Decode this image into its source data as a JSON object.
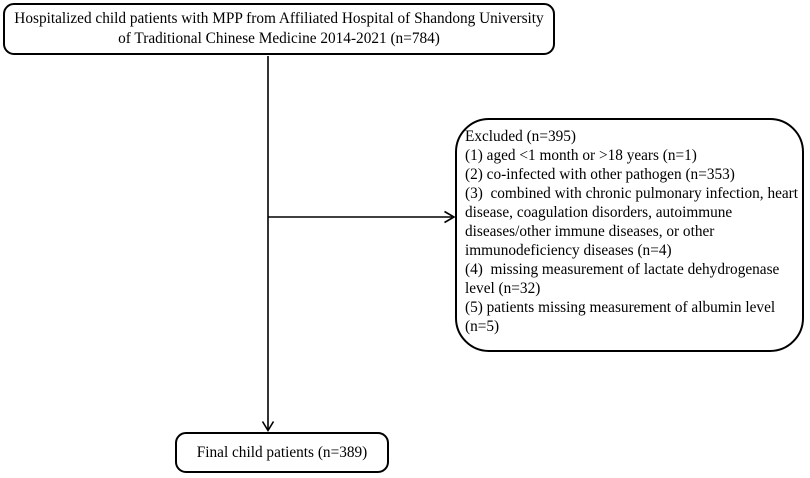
{
  "flowchart": {
    "top_box": {
      "lines": [
        "Hospitalized child patients with MPP from Affiliated Hospital of Shandong University",
        "of Traditional Chinese Medicine 2014-2021 (n=784)"
      ]
    },
    "excluded_box": {
      "lines": [
        "Excluded (n=395)",
        "(1) aged <1 month or >18 years (n=1)",
        "(2) co-infected with other pathogen (n=353)",
        "(3)  combined with chronic pulmonary infection, heart",
        "disease, coagulation disorders, autoimmune",
        "diseases/other immune diseases, or other",
        "immunodeficiency diseases (n=4)",
        "(4)  missing measurement of lactate dehydrogenase",
        "level (n=32)",
        "(5) patients missing measurement of albumin level",
        "(n=5)"
      ]
    },
    "final_box": {
      "label": "Final child patients (n=389)"
    },
    "colors": {
      "line": "#000000",
      "border": "#000000",
      "text": "#000000",
      "background": "#ffffff"
    }
  }
}
